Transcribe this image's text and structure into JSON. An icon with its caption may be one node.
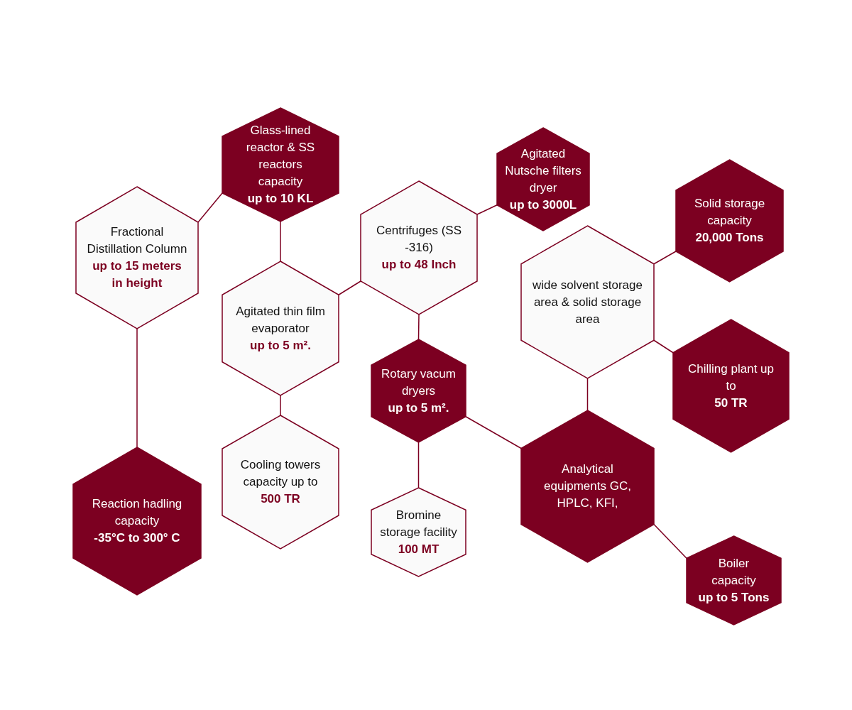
{
  "diagram": {
    "nodes": [
      {
        "text": [
          "Fractional Distillation Column",
          "up to 15 meters in height"
        ]
      },
      {
        "text": [
          "Glass-lined reactor & SS reactors capacity",
          "up to 10 KL"
        ]
      },
      {
        "text": [
          "Agitated thin film evaporator",
          "up to 5 m²."
        ]
      },
      {
        "text": [
          "Centrifuges (SS -316)",
          "up to 48 Inch"
        ]
      },
      {
        "text": [
          "Agitated Nutsche filters dryer",
          "up to 3000L"
        ]
      },
      {
        "text": [
          "Solid storage capacity",
          "20,000 Tons"
        ]
      },
      {
        "text": [
          "wide solvent storage area & solid storage area"
        ]
      },
      {
        "text": [
          "Rotary vacum dryers",
          "up to 5 m²."
        ]
      },
      {
        "text": [
          "Chilling plant up to",
          "50 TR"
        ]
      },
      {
        "text": [
          "Reaction hadling capacity",
          "-35°C to 300° C"
        ]
      },
      {
        "text": [
          "Cooling towers capacity up to",
          "500 TR"
        ]
      },
      {
        "text": [
          "Bromine storage facility",
          "100 MT"
        ]
      },
      {
        "text": [
          "Analytical equipments GC, HPLC, KFI,"
        ]
      },
      {
        "text": [
          "Boiler capacity",
          "up to 5 Tons"
        ]
      }
    ],
    "edges": [
      {
        "from": 0,
        "to": 1,
        "arrow": "none"
      },
      {
        "from": 0,
        "to": 9,
        "arrow": "none"
      },
      {
        "from": 1,
        "to": 2,
        "arrow": "none"
      },
      {
        "from": 2,
        "to": 3,
        "arrow": "none"
      },
      {
        "from": 2,
        "to": 10,
        "arrow": "none"
      },
      {
        "from": 3,
        "to": 4,
        "arrow": "none"
      },
      {
        "from": 3,
        "to": 7,
        "arrow": "none"
      },
      {
        "from": 7,
        "to": 11,
        "arrow": "none"
      },
      {
        "from": 7,
        "to": 12,
        "arrow": "none"
      },
      {
        "from": 6,
        "to": 5,
        "arrow": "none"
      },
      {
        "from": 6,
        "to": 8,
        "arrow": "none"
      },
      {
        "from": 6,
        "to": 12,
        "arrow": "none"
      },
      {
        "from": 12,
        "to": 13,
        "arrow": "none"
      }
    ]
  }
}
